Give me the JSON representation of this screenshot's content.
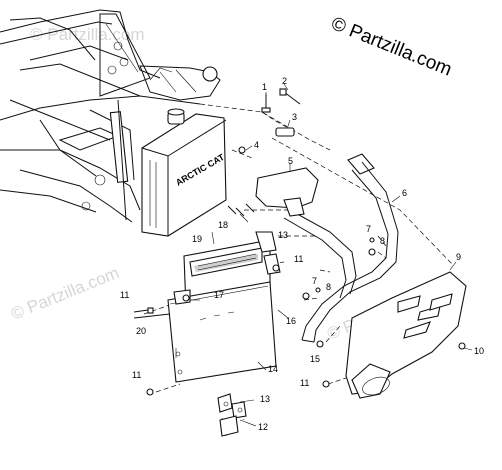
{
  "watermark": {
    "main": "© Partzilla.com",
    "faint": [
      "© Partzilla.com",
      "© Partzilla.com",
      "© Partzilla.com"
    ]
  },
  "callouts": [
    "1",
    "2",
    "3",
    "4",
    "5",
    "6",
    "7",
    "8",
    "9",
    "10",
    "11",
    "12",
    "13",
    "14",
    "15",
    "16",
    "17",
    "18",
    "19",
    "20"
  ],
  "decal_text": "ARCTIC CAT",
  "colors": {
    "ink": "#111111",
    "watermark": "#000000",
    "faint_watermark": "#d6d6d6"
  }
}
